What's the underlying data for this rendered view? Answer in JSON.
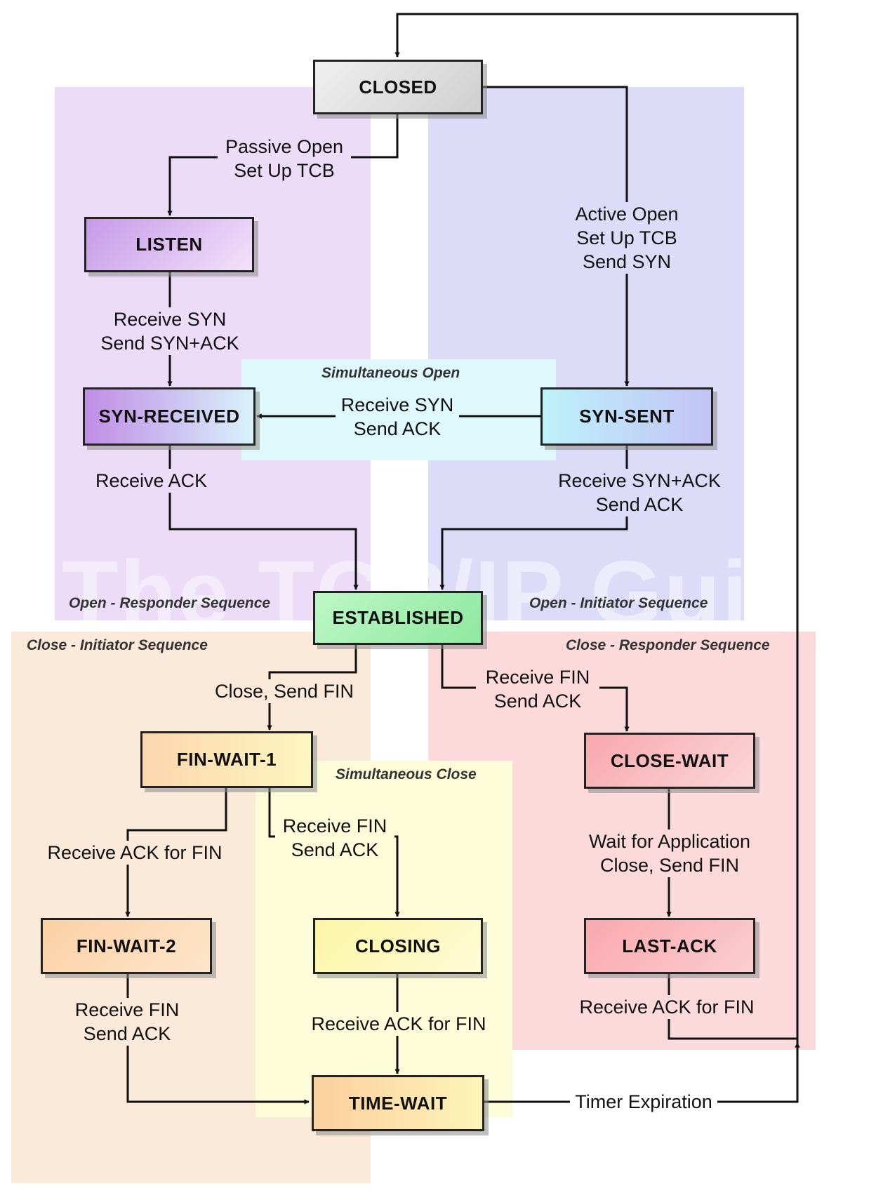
{
  "watermark": "The TCP/IP Guide",
  "regions": {
    "open_responder": "Open - Responder Sequence",
    "open_initiator": "Open - Initiator Sequence",
    "simultaneous_open": "Simultaneous Open",
    "close_initiator": "Close - Initiator Sequence",
    "close_responder": "Close - Responder Sequence",
    "simultaneous_close": "Simultaneous Close"
  },
  "states": {
    "closed": "CLOSED",
    "listen": "LISTEN",
    "syn_received": "SYN-RECEIVED",
    "syn_sent": "SYN-SENT",
    "established": "ESTABLISHED",
    "fin_wait_1": "FIN-WAIT-1",
    "fin_wait_2": "FIN-WAIT-2",
    "closing": "CLOSING",
    "time_wait": "TIME-WAIT",
    "close_wait": "CLOSE-WAIT",
    "last_ack": "LAST-ACK"
  },
  "transitions": {
    "passive_open": [
      "Passive Open",
      "Set Up TCB"
    ],
    "active_open": [
      "Active Open",
      "Set Up TCB",
      "Send SYN"
    ],
    "listen_to_synrcvd": [
      "Receive SYN",
      "Send SYN+ACK"
    ],
    "simultaneous_open": [
      "Receive SYN",
      "Send ACK"
    ],
    "synrcvd_to_est": [
      "Receive ACK"
    ],
    "synsent_to_est": [
      "Receive SYN+ACK",
      "Send ACK"
    ],
    "est_to_finwait1": [
      "Close, Send FIN"
    ],
    "est_to_closewait": [
      "Receive FIN",
      "Send ACK"
    ],
    "finwait1_to_finwait2": [
      "Receive ACK for FIN"
    ],
    "finwait1_to_closing": [
      "Receive FIN",
      "Send ACK"
    ],
    "closewait_to_lastack": [
      "Wait for Application",
      "Close, Send FIN"
    ],
    "finwait2_to_timewait": [
      "Receive FIN",
      "Send ACK"
    ],
    "closing_to_timewait": [
      "Receive ACK for FIN"
    ],
    "lastack_to_closed": [
      "Receive ACK for FIN"
    ],
    "timewait_to_closed": [
      "Timer Expiration"
    ]
  }
}
